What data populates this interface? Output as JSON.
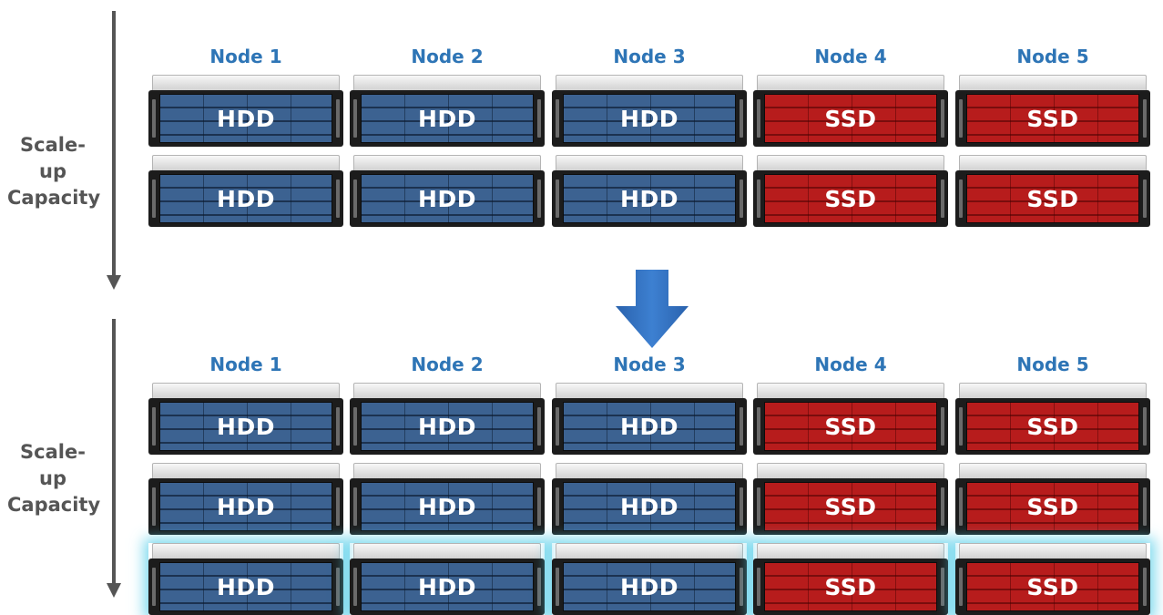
{
  "axis_label_line1": "Scale-up",
  "axis_label_line2": "Capacity",
  "nodes": [
    "Node 1",
    "Node 2",
    "Node 3",
    "Node 4",
    "Node 5"
  ],
  "drive_types": [
    "HDD",
    "HDD",
    "HDD",
    "SSD",
    "SSD"
  ],
  "colors": {
    "hdd": "#3c6291",
    "ssd": "#b71c1c",
    "node_label": "#2e75b6",
    "axis": "#555555",
    "highlight_glow": "#54cde8",
    "transition_arrow": "#2f6fc0"
  },
  "stages": [
    {
      "rows": 2,
      "highlighted_row": null
    },
    {
      "rows": 3,
      "highlighted_row": 3
    }
  ]
}
